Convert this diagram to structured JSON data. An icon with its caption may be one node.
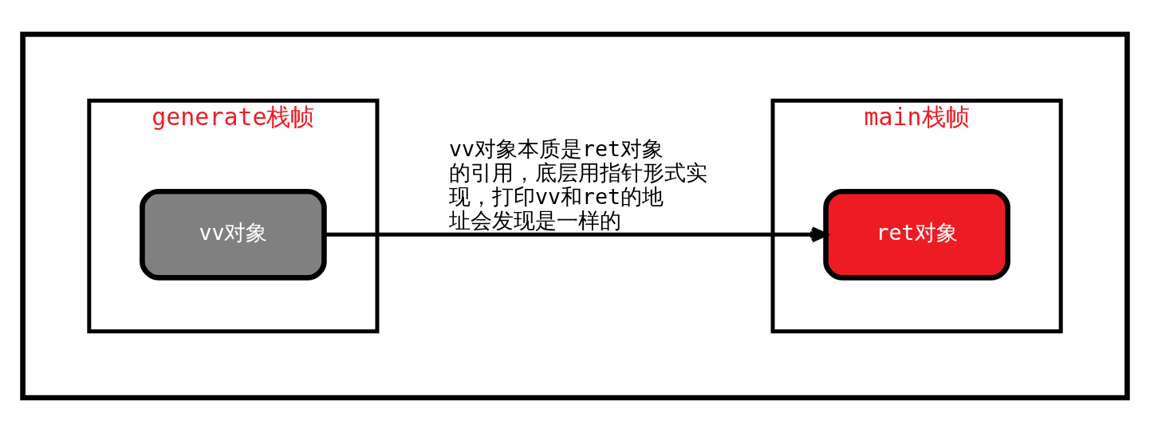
{
  "diagram": {
    "nodes": [
      {
        "text": [],
        "shape": "box"
      },
      {
        "text": [
          "generate栈帧"
        ],
        "in": 0
      },
      {
        "text": [
          "vv对象"
        ],
        "in": 1
      },
      {
        "text": [
          "main栈帧"
        ],
        "in": 0
      },
      {
        "text": [
          "ret对象"
        ],
        "in": 3
      }
    ],
    "edges": [
      {
        "from": 2,
        "to": 4,
        "arrow": "to",
        "label": "vv对象本质是ret对象的引用，底层用指针形式实现，打印vv和ret的地址会发现是一样的"
      }
    ]
  }
}
